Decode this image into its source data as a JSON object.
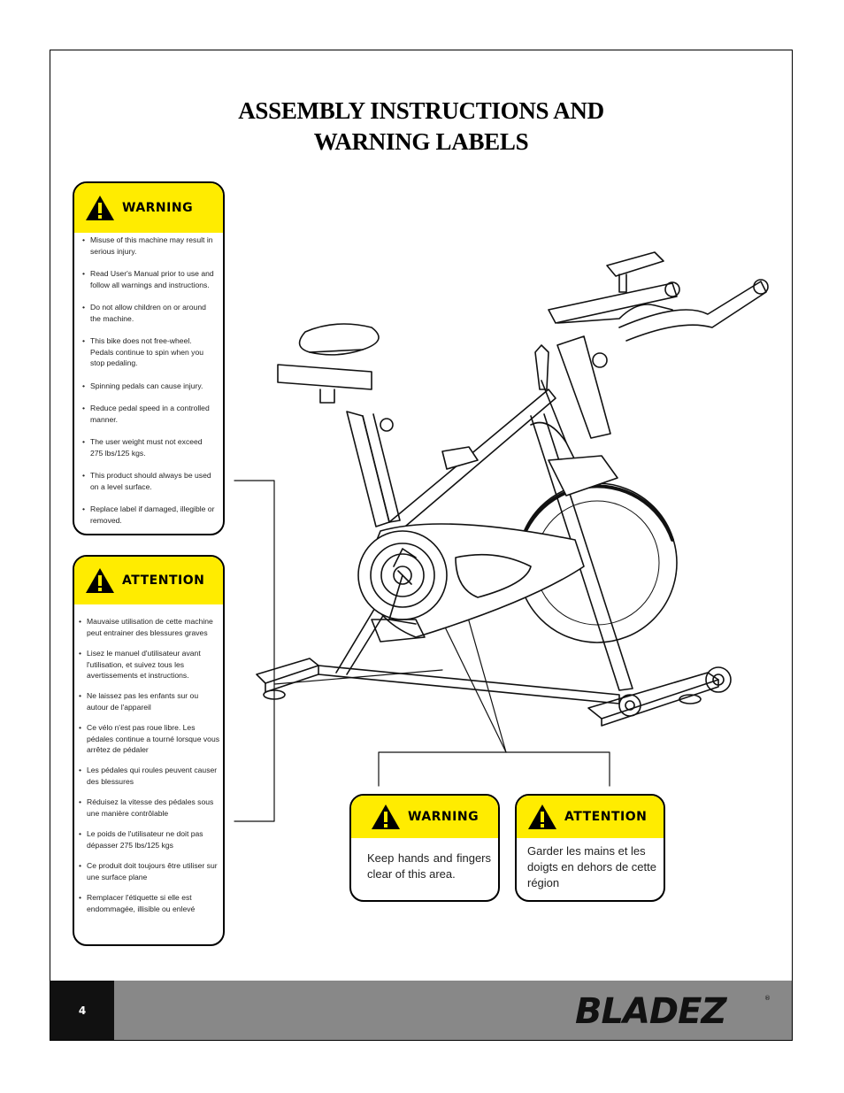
{
  "title_lines": [
    "ASSEMBLY INSTRUCTIONS AND",
    "WARNING LABELS"
  ],
  "warning_label": {
    "heading": "WARNING",
    "items": [
      "Misuse of this machine may result in serious injury.",
      "Read User's Manual prior to use and follow all warnings and instructions.",
      "Do not allow children on or around the machine.",
      "This bike does not free-wheel. Pedals continue to spin when you  stop pedaling.",
      "Spinning pedals can cause injury.",
      "Reduce pedal speed in a controlled manner.",
      "The user weight must not exceed 275 lbs/125 kgs.",
      "This product should always be used on a level surface.",
      "Replace label if damaged, illegible or removed."
    ]
  },
  "attention_label": {
    "heading": "ATTENTION",
    "items": [
      "Mauvaise utilisation de cette machine peut entrainer des blessures graves",
      "Lisez le manuel d'utilisateur avant l'utilisation, et suivez tous les avertissements et instructions.",
      "Ne laissez pas les enfants sur ou autour de l'appareil",
      "Ce vélo n'est pas roue libre. Les pédales continue a tourné lorsque vous arrêtez de pédaler",
      "Les pédales qui roules peuvent causer des blessures",
      "Réduisez la vitesse des pédales sous une manière contrôlable",
      "Le poids de l'utilisateur ne doit pas dépasser 275 lbs/125 kgs",
      "Ce produit doit toujours être utiliser sur une surface plane",
      "Remplacer l'étiquette si elle est endommagée, illisible ou enlevé"
    ]
  },
  "guard_warning_label": {
    "heading": "WARNING",
    "text": "Keep hands and fingers clear of this area."
  },
  "guard_attention_label": {
    "heading": "ATTENTION",
    "text": "Garder les mains et les doigts en dehors de cette région"
  },
  "footer": {
    "page_number": "4",
    "brand": "BLADEZ",
    "brand_mark": "®"
  },
  "colors": {
    "label_yellow": "#ffec00",
    "footer_gray": "#888888",
    "footer_black": "#111111"
  },
  "icons": {
    "hazard": "warning-triangle-icon"
  }
}
